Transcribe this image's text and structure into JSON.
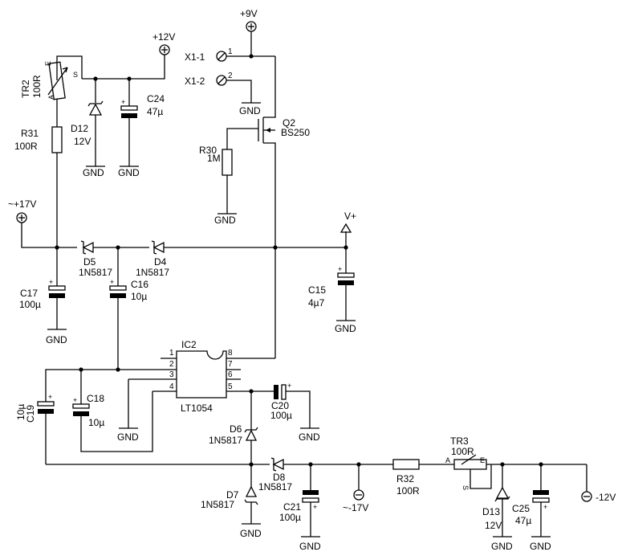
{
  "rails": {
    "plus12v": "+12V",
    "plus9v": "+9V",
    "plus17v": "~+17V",
    "vplus": "V+",
    "minus17v": "~-17V",
    "minus12v": "-12V"
  },
  "gnd": "GND",
  "tr2": {
    "ref": "TR2",
    "value": "100R",
    "pin_e": "E",
    "pin_s": "S",
    "pin_a": "A"
  },
  "tr3": {
    "ref": "TR3",
    "value": "100R",
    "pin_a": "A",
    "pin_e": "E",
    "pin_s": "S"
  },
  "r31": {
    "ref": "R31",
    "value": "100R"
  },
  "r30": {
    "ref": "R30",
    "value": "1M"
  },
  "r32": {
    "ref": "R32",
    "value": "100R"
  },
  "d12": {
    "ref": "D12",
    "value": "12V"
  },
  "d13": {
    "ref": "D13",
    "value": "12V"
  },
  "d4": {
    "ref": "D4",
    "value": "1N5817"
  },
  "d5": {
    "ref": "D5",
    "value": "1N5817"
  },
  "d6": {
    "ref": "D6",
    "value": "1N5817"
  },
  "d7": {
    "ref": "D7",
    "value": "1N5817"
  },
  "d8": {
    "ref": "D8",
    "value": "1N5817"
  },
  "c15": {
    "ref": "C15",
    "value": "4µ7"
  },
  "c16": {
    "ref": "C16",
    "value": "10µ"
  },
  "c17": {
    "ref": "C17",
    "value": "100µ"
  },
  "c18": {
    "ref": "C18",
    "value": "10µ"
  },
  "c19": {
    "ref": "C19",
    "value": "10µ"
  },
  "c20": {
    "ref": "C20",
    "value": "100µ"
  },
  "c21": {
    "ref": "C21",
    "value": "100µ"
  },
  "c24": {
    "ref": "C24",
    "value": "47µ"
  },
  "c25": {
    "ref": "C25",
    "value": "47µ"
  },
  "q2": {
    "ref": "Q2",
    "value": "BS250"
  },
  "ic2": {
    "ref": "IC2",
    "value": "LT1054",
    "pins": [
      "1",
      "2",
      "3",
      "4",
      "5",
      "6",
      "7",
      "8"
    ]
  },
  "x1": {
    "p1": "X1-1",
    "p2": "X1-2",
    "n1": "1",
    "n2": "2"
  },
  "cap_plus": "+"
}
